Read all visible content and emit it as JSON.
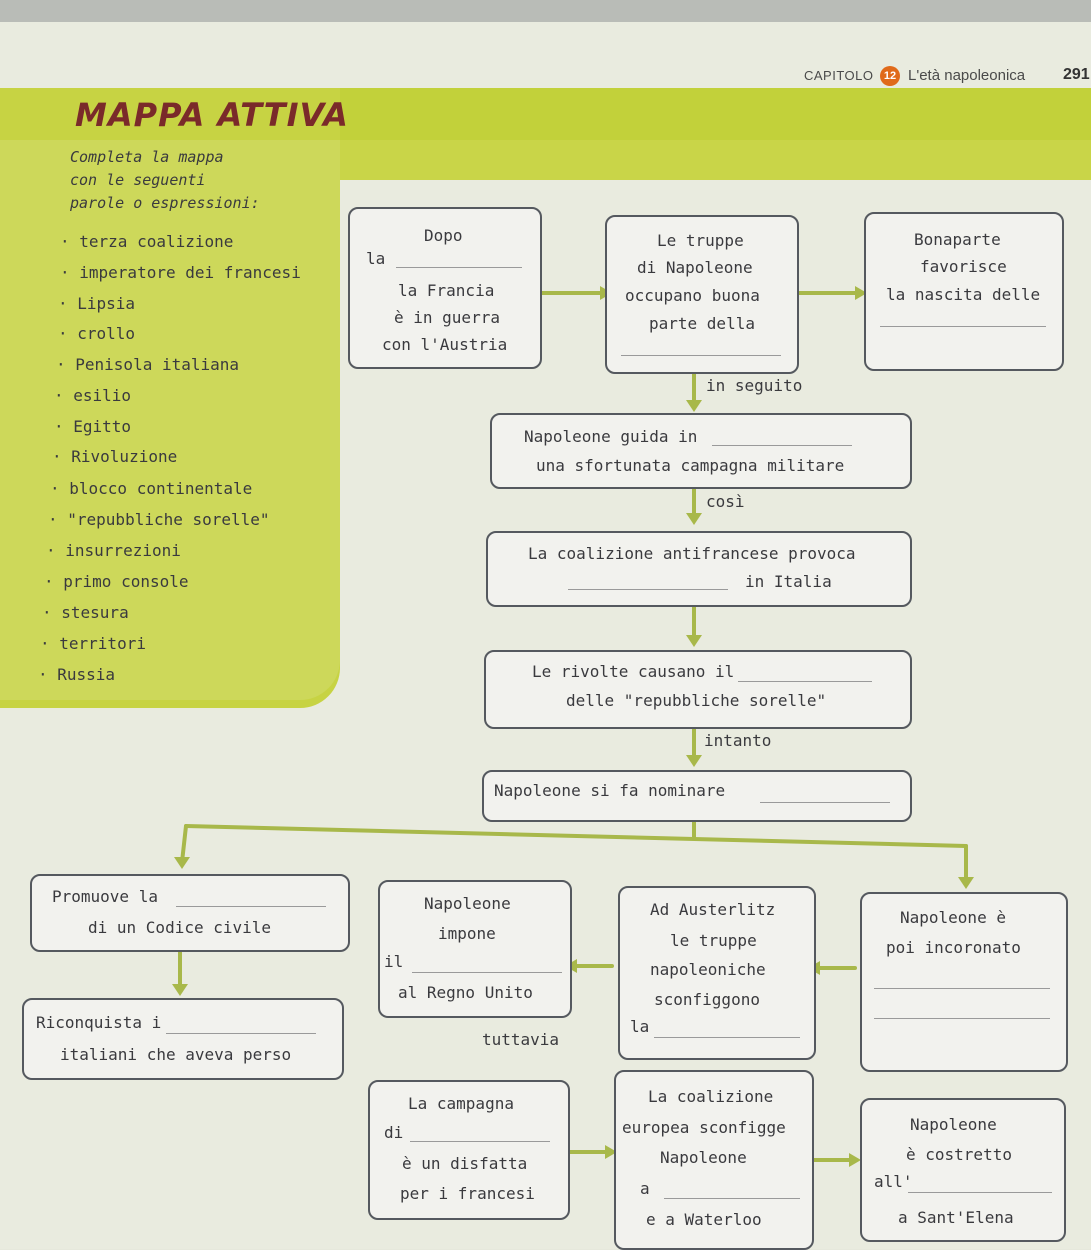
{
  "header": {
    "capitolo": "CAPITOLO",
    "numero": "12",
    "titolo_capitolo": "L'età napoleonica",
    "pagina": "291"
  },
  "title": "MAPPA ATTIVA",
  "instructions": [
    "Completa la mappa",
    "con le seguenti",
    "parole o espressioni:"
  ],
  "word_list": [
    "terza coalizione",
    "imperatore dei francesi",
    "Lipsia",
    "crollo",
    "Penisola italiana",
    "esilio",
    "Egitto",
    "Rivoluzione",
    "blocco continentale",
    "\"repubbliche sorelle\"",
    "insurrezioni",
    "primo console",
    "stesura",
    "territori",
    "Russia"
  ],
  "boxes": {
    "b1": [
      "Dopo",
      "la",
      "la Francia",
      "è in guerra",
      "con l'Austria"
    ],
    "b2": [
      "Le truppe",
      "di Napoleone",
      "occupano buona",
      "parte della"
    ],
    "b3": [
      "Bonaparte",
      "favorisce",
      "la nascita delle"
    ],
    "b4": [
      "Napoleone guida in",
      "una sfortunata campagna militare"
    ],
    "b5": [
      "La coalizione antifrancese provoca",
      "in Italia"
    ],
    "b6": [
      "Le rivolte causano il",
      "delle \"repubbliche sorelle\""
    ],
    "b7": [
      "Napoleone si fa nominare"
    ],
    "b8": [
      "Promuove la",
      "di un Codice civile"
    ],
    "b9": [
      "Riconquista i",
      "italiani che aveva perso"
    ],
    "b10": [
      "Napoleone",
      "impone",
      "il",
      "al Regno Unito"
    ],
    "b11": [
      "Ad Austerlitz",
      "le truppe",
      "napoleoniche",
      "sconfiggono",
      "la"
    ],
    "b12": [
      "Napoleone è",
      "poi incoronato"
    ],
    "b13": [
      "La campagna",
      "di",
      "è un disfatta",
      "per i francesi"
    ],
    "b14": [
      "La coalizione",
      "europea sconfigge",
      "Napoleone",
      "a",
      "e a Waterloo"
    ],
    "b15": [
      "Napoleone",
      "è costretto",
      "all'",
      "a Sant'Elena"
    ]
  },
  "connectors": {
    "c1": "in seguito",
    "c2": "così",
    "c3": "intanto",
    "c4": "tuttavia"
  },
  "colors": {
    "panel": "#c7d343",
    "title": "#7a2a2a",
    "arrow": "#a8b84a",
    "badge": "#e06a1a"
  }
}
